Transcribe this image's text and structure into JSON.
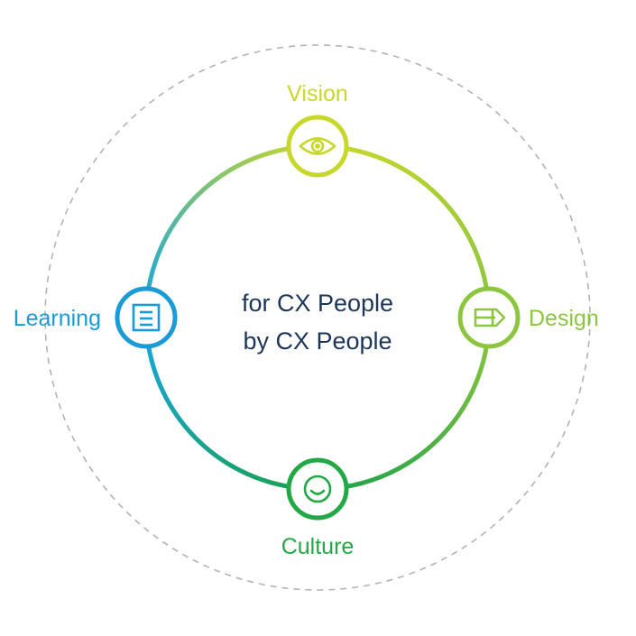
{
  "center": {
    "line1": "for CX People",
    "line2": "by CX People",
    "color": "#1d3557"
  },
  "nodes": [
    {
      "id": "vision",
      "label": "Vision",
      "icon": "eye-icon",
      "color": "#c8d82a"
    },
    {
      "id": "design",
      "label": "Design",
      "icon": "pencil-icon",
      "color": "#8cc63f"
    },
    {
      "id": "culture",
      "label": "Culture",
      "icon": "smile-icon",
      "color": "#22a845"
    },
    {
      "id": "learning",
      "label": "Learning",
      "icon": "document-icon",
      "color": "#1a9ad7"
    }
  ],
  "colors": {
    "dashed_ring": "#b3b3b3",
    "gradient_top": "#c8d82a",
    "gradient_right": "#8cc63f",
    "gradient_bottom": "#19a04a",
    "gradient_left": "#19a6df"
  }
}
